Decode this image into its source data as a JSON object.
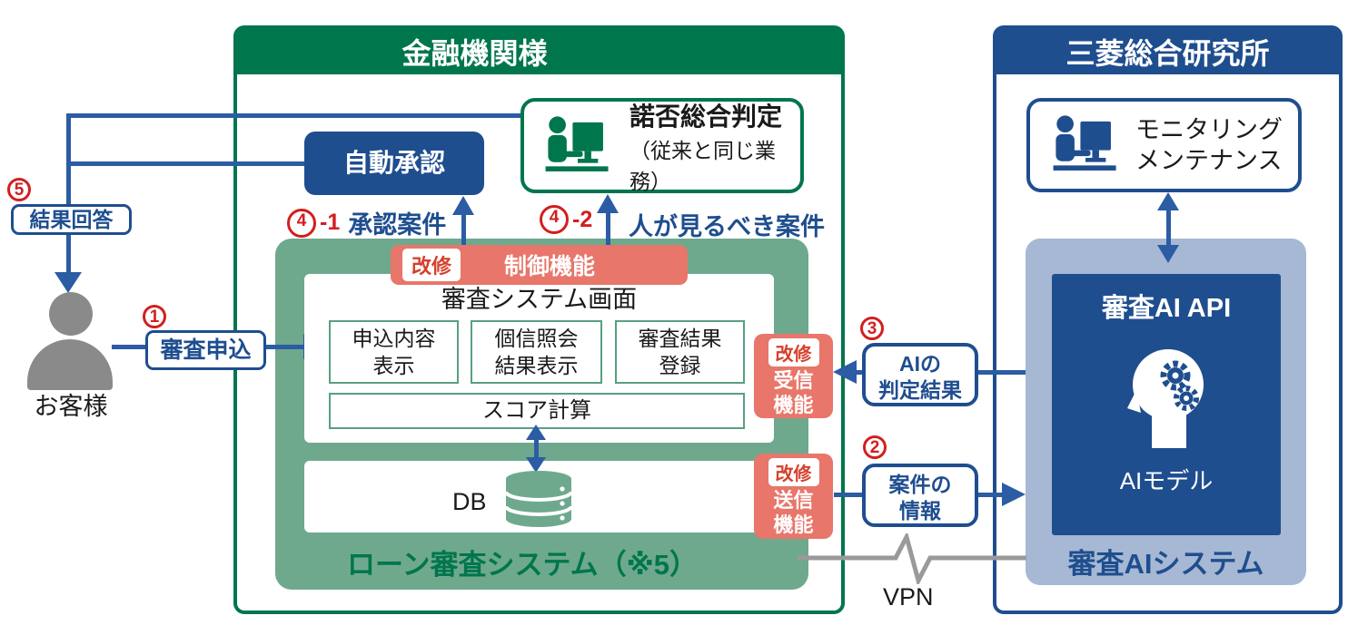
{
  "financial": {
    "title": "金融機関様",
    "auto_approval": "自動承認",
    "judgement": {
      "title": "諾否総合判定",
      "subtitle": "（従来と同じ業務）"
    },
    "step4_1": {
      "num": "4",
      "suffix": "-1",
      "label": "承認案件"
    },
    "step4_2": {
      "num": "4",
      "suffix": "-2",
      "label": "人が見るべき案件"
    },
    "loan_system": {
      "label": "ローン審査システム（※5）",
      "control": {
        "badge": "改修",
        "label": "制御機能"
      },
      "screen": {
        "title": "審査システム画面",
        "boxes": [
          [
            "申込内容",
            "表示"
          ],
          [
            "個信照会",
            "結果表示"
          ],
          [
            "審査結果",
            "登録"
          ]
        ],
        "score": "スコア計算"
      },
      "db_label": "DB",
      "receive": {
        "badge": "改修",
        "line1": "受信",
        "line2": "機能"
      },
      "send": {
        "badge": "改修",
        "line1": "送信",
        "line2": "機能"
      }
    }
  },
  "customer_flow": {
    "step5": {
      "num": "5",
      "label": "結果回答"
    },
    "customer": "お客様",
    "step1": {
      "num": "1",
      "label": "審査申込"
    }
  },
  "connectors": {
    "step3": {
      "num": "3",
      "line1": "AIの",
      "line2": "判定結果"
    },
    "step2": {
      "num": "2",
      "line1": "案件の",
      "line2": "情報"
    },
    "vpn": "VPN"
  },
  "mri": {
    "title": "三菱総合研究所",
    "monitoring": {
      "line1": "モニタリング",
      "line2": "メンテナンス"
    },
    "ai_system": {
      "label": "審査AIシステム",
      "api_title": "審査AI API",
      "model_label": "AIモデル"
    }
  },
  "colors": {
    "green": "#00764c",
    "sage": "#6ea98e",
    "subbox_border": "#57a07f",
    "navy": "#1f4e8f",
    "flow_blue": "#2b5ca4",
    "salmon": "#e8766a",
    "badge_red": "#d5402c",
    "number_red": "#d21f1f",
    "light_blue": "#a6b8d3",
    "person_gray": "#8a8a8a",
    "vpn_gray": "#9a9a9a"
  }
}
